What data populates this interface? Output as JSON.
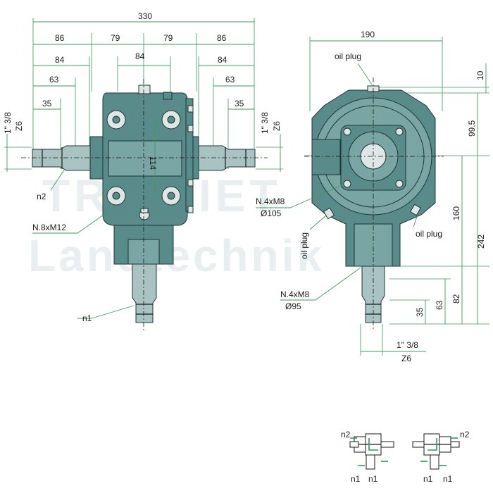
{
  "watermark": [
    "TRIOLIET",
    "Landtechnik"
  ],
  "left_view": {
    "dims_top": {
      "total": "330",
      "outer_left": "86",
      "inner_left": "79",
      "inner_right": "79",
      "outer_right": "86"
    },
    "dims_mid": {
      "left": "84",
      "center": "84",
      "right": "84"
    },
    "dims_low": {
      "left": "63",
      "right": "63"
    },
    "dims_shaft": {
      "left": "35",
      "right": "35"
    },
    "spline_left": {
      "size": "1\" 3/8",
      "type": "Z6"
    },
    "spline_right": {
      "size": "1\" 3/8",
      "type": "Z6"
    },
    "height_114": "114",
    "labels": {
      "n2": "n2",
      "bolts": "N.8xM12",
      "n1": "n1"
    }
  },
  "right_view": {
    "width": "190",
    "oil_plug_top": "oil plug",
    "dim_10": "10",
    "dim_99_5": "99.5",
    "dim_160": "160",
    "dim_242": "242",
    "dim_82": "82",
    "dim_63": "63",
    "dim_35": "35",
    "flange_top": {
      "bolts": "N.4xM8",
      "dia": "Ø105"
    },
    "flange_bottom": {
      "bolts": "N.4xM8",
      "dia": "Ø95"
    },
    "oil_plug_left": "oil plug",
    "oil_plug_right": "oil plug",
    "spline_bottom": {
      "size": "1\" 3/8",
      "type": "Z6"
    }
  },
  "schematics": [
    {
      "n2": "n2",
      "n1": "n1"
    },
    {
      "n2": "n2",
      "n1": "n1"
    }
  ]
}
